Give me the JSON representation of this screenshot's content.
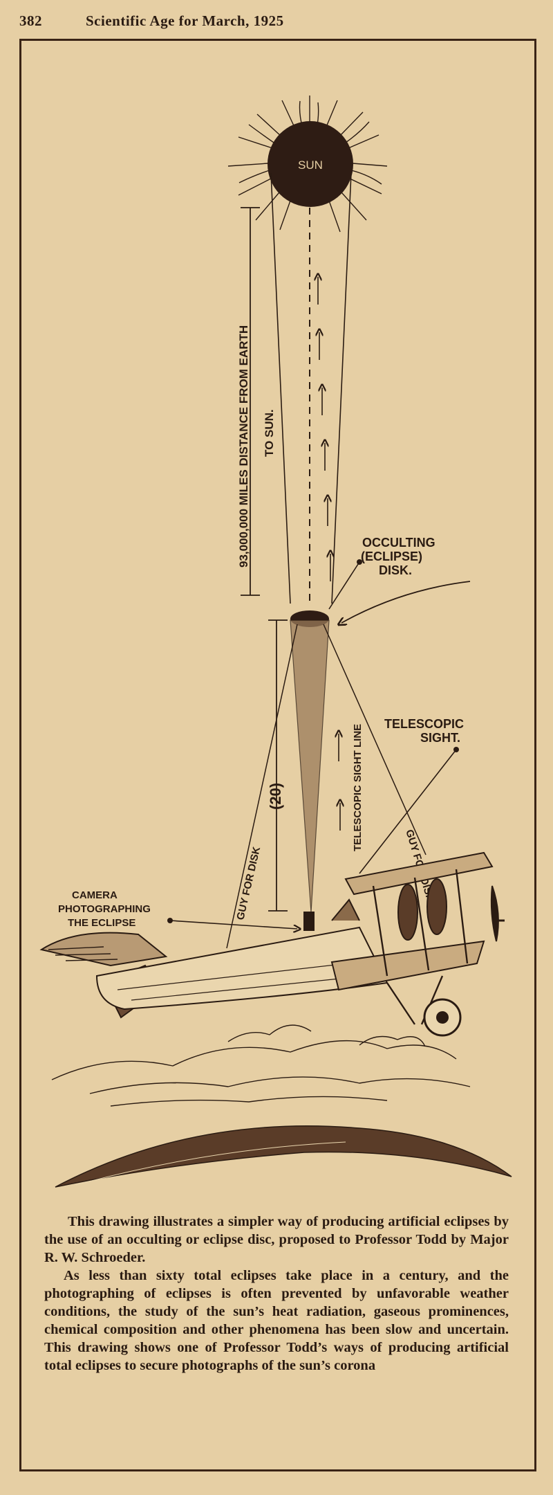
{
  "header": {
    "page_number": "382",
    "running_title": "Scientific Age for March, 1925"
  },
  "illustration": {
    "sun_label": "SUN",
    "distance_label_line1": "93,000,000 MILES DISTANCE FROM EARTH",
    "distance_label_line2": "TO SUN.",
    "occulting_label_line1": "OCCULTING",
    "occulting_label_line2": "(ECLIPSE)",
    "occulting_label_line3": "DISK.",
    "telescopic_label_line1": "TELESCOPIC",
    "telescopic_label_line2": "SIGHT.",
    "sight_line_label": "TELESCOPIC SIGHT LINE",
    "guy_left_label": "GUY FOR DISK",
    "guy_right_label": "GUY FOR DISK",
    "height_label": "(20)",
    "camera_label_line1": "CAMERA",
    "camera_label_line2": "PHOTOGRAPHING",
    "camera_label_line3": "THE ECLIPSE"
  },
  "caption": {
    "paragraph1": "This drawing illustrates a simpler way of producing artificial eclipses by the use of an occulting or eclipse disc, proposed to Professor Todd by Major R. W. Schroeder.",
    "paragraph2": "As less than sixty total eclipses take place in a century, and the photographing of eclipses is often prevented by unfavorable weather conditions, the study of the sun’s heat radiation, gaseous prominences, chemical composition and other phenomena has been slow and uncertain. This drawing shows one of Professor Todd’s ways of producing artificial total eclipses to secure photographs of the sun’s corona"
  },
  "colors": {
    "paper": "#e6cfa4",
    "ink": "#2a1b12"
  }
}
